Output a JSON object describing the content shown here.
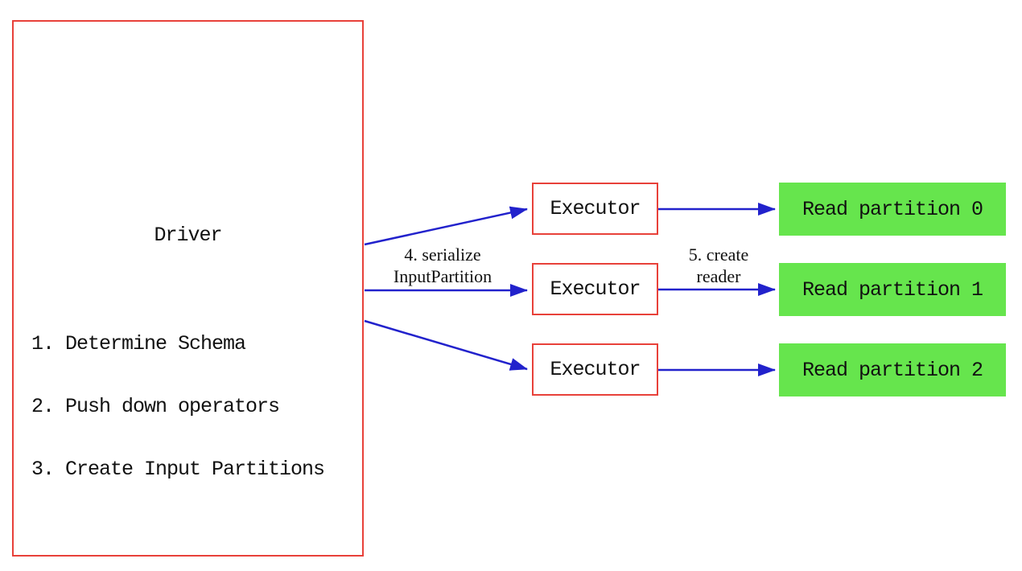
{
  "driver": {
    "title": "Driver",
    "steps": [
      "1. Determine Schema",
      "2. Push down operators",
      "3. Create Input Partitions"
    ]
  },
  "executors": [
    {
      "label": "Executor"
    },
    {
      "label": "Executor"
    },
    {
      "label": "Executor"
    }
  ],
  "partitions": [
    {
      "label": "Read partition 0"
    },
    {
      "label": "Read partition 1"
    },
    {
      "label": "Read partition 2"
    }
  ],
  "edge_labels": {
    "serialize_line1": "4. serialize",
    "serialize_line2": "InputPartition",
    "create_line1": "5. create",
    "create_line2": "reader"
  },
  "colors": {
    "box_border_red": "#e8413a",
    "partition_green": "#66e54d",
    "arrow_blue": "#2222cc",
    "text_black": "#111111"
  }
}
